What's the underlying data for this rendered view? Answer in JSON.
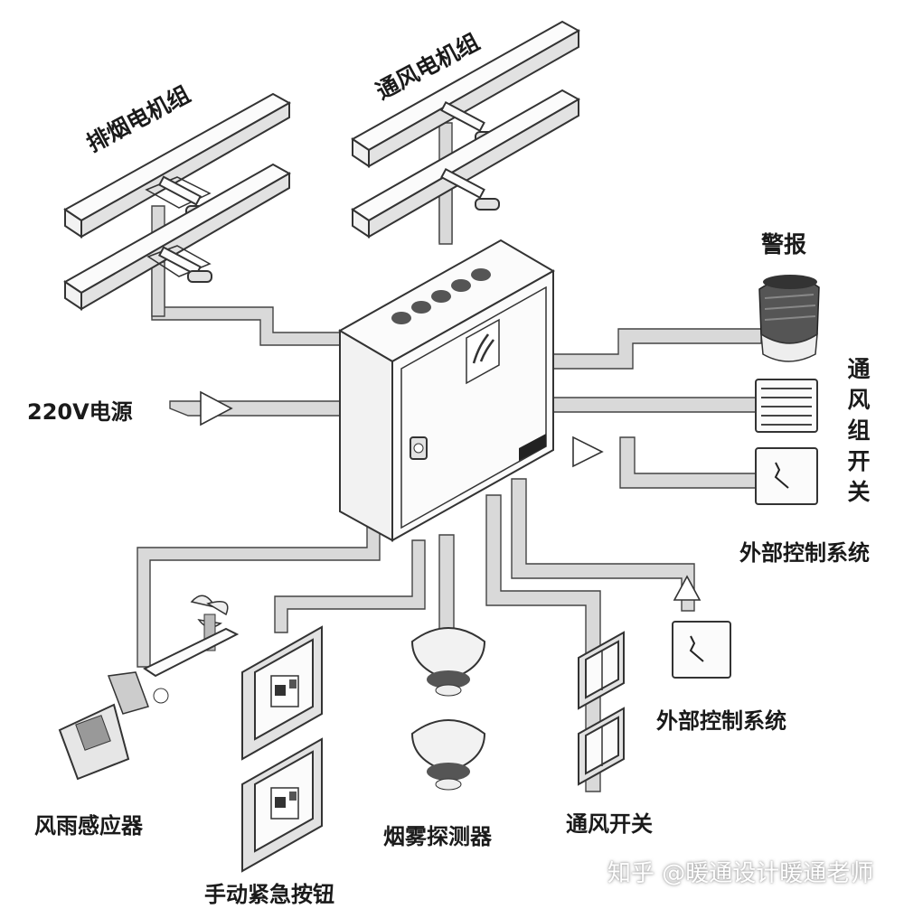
{
  "labels": {
    "smoke_motor_group": "排烟电机组",
    "vent_motor_group": "通风电机组",
    "alarm": "警报",
    "vent_group_switch": "通风组开关",
    "power_220v": "220V电源",
    "external_control_1": "外部控制系统",
    "external_control_2": "外部控制系统",
    "wind_rain_sensor": "风雨感应器",
    "manual_emergency_button": "手动紧急按钮",
    "smoke_detector": "烟雾探测器",
    "vent_switch": "通风开关"
  },
  "watermark": "知乎 @暖通设计暖通老师",
  "colors": {
    "line": "#333333",
    "duct": "#d9d9d9",
    "panel": "#f4f4f4",
    "text": "#1a1a1a"
  }
}
